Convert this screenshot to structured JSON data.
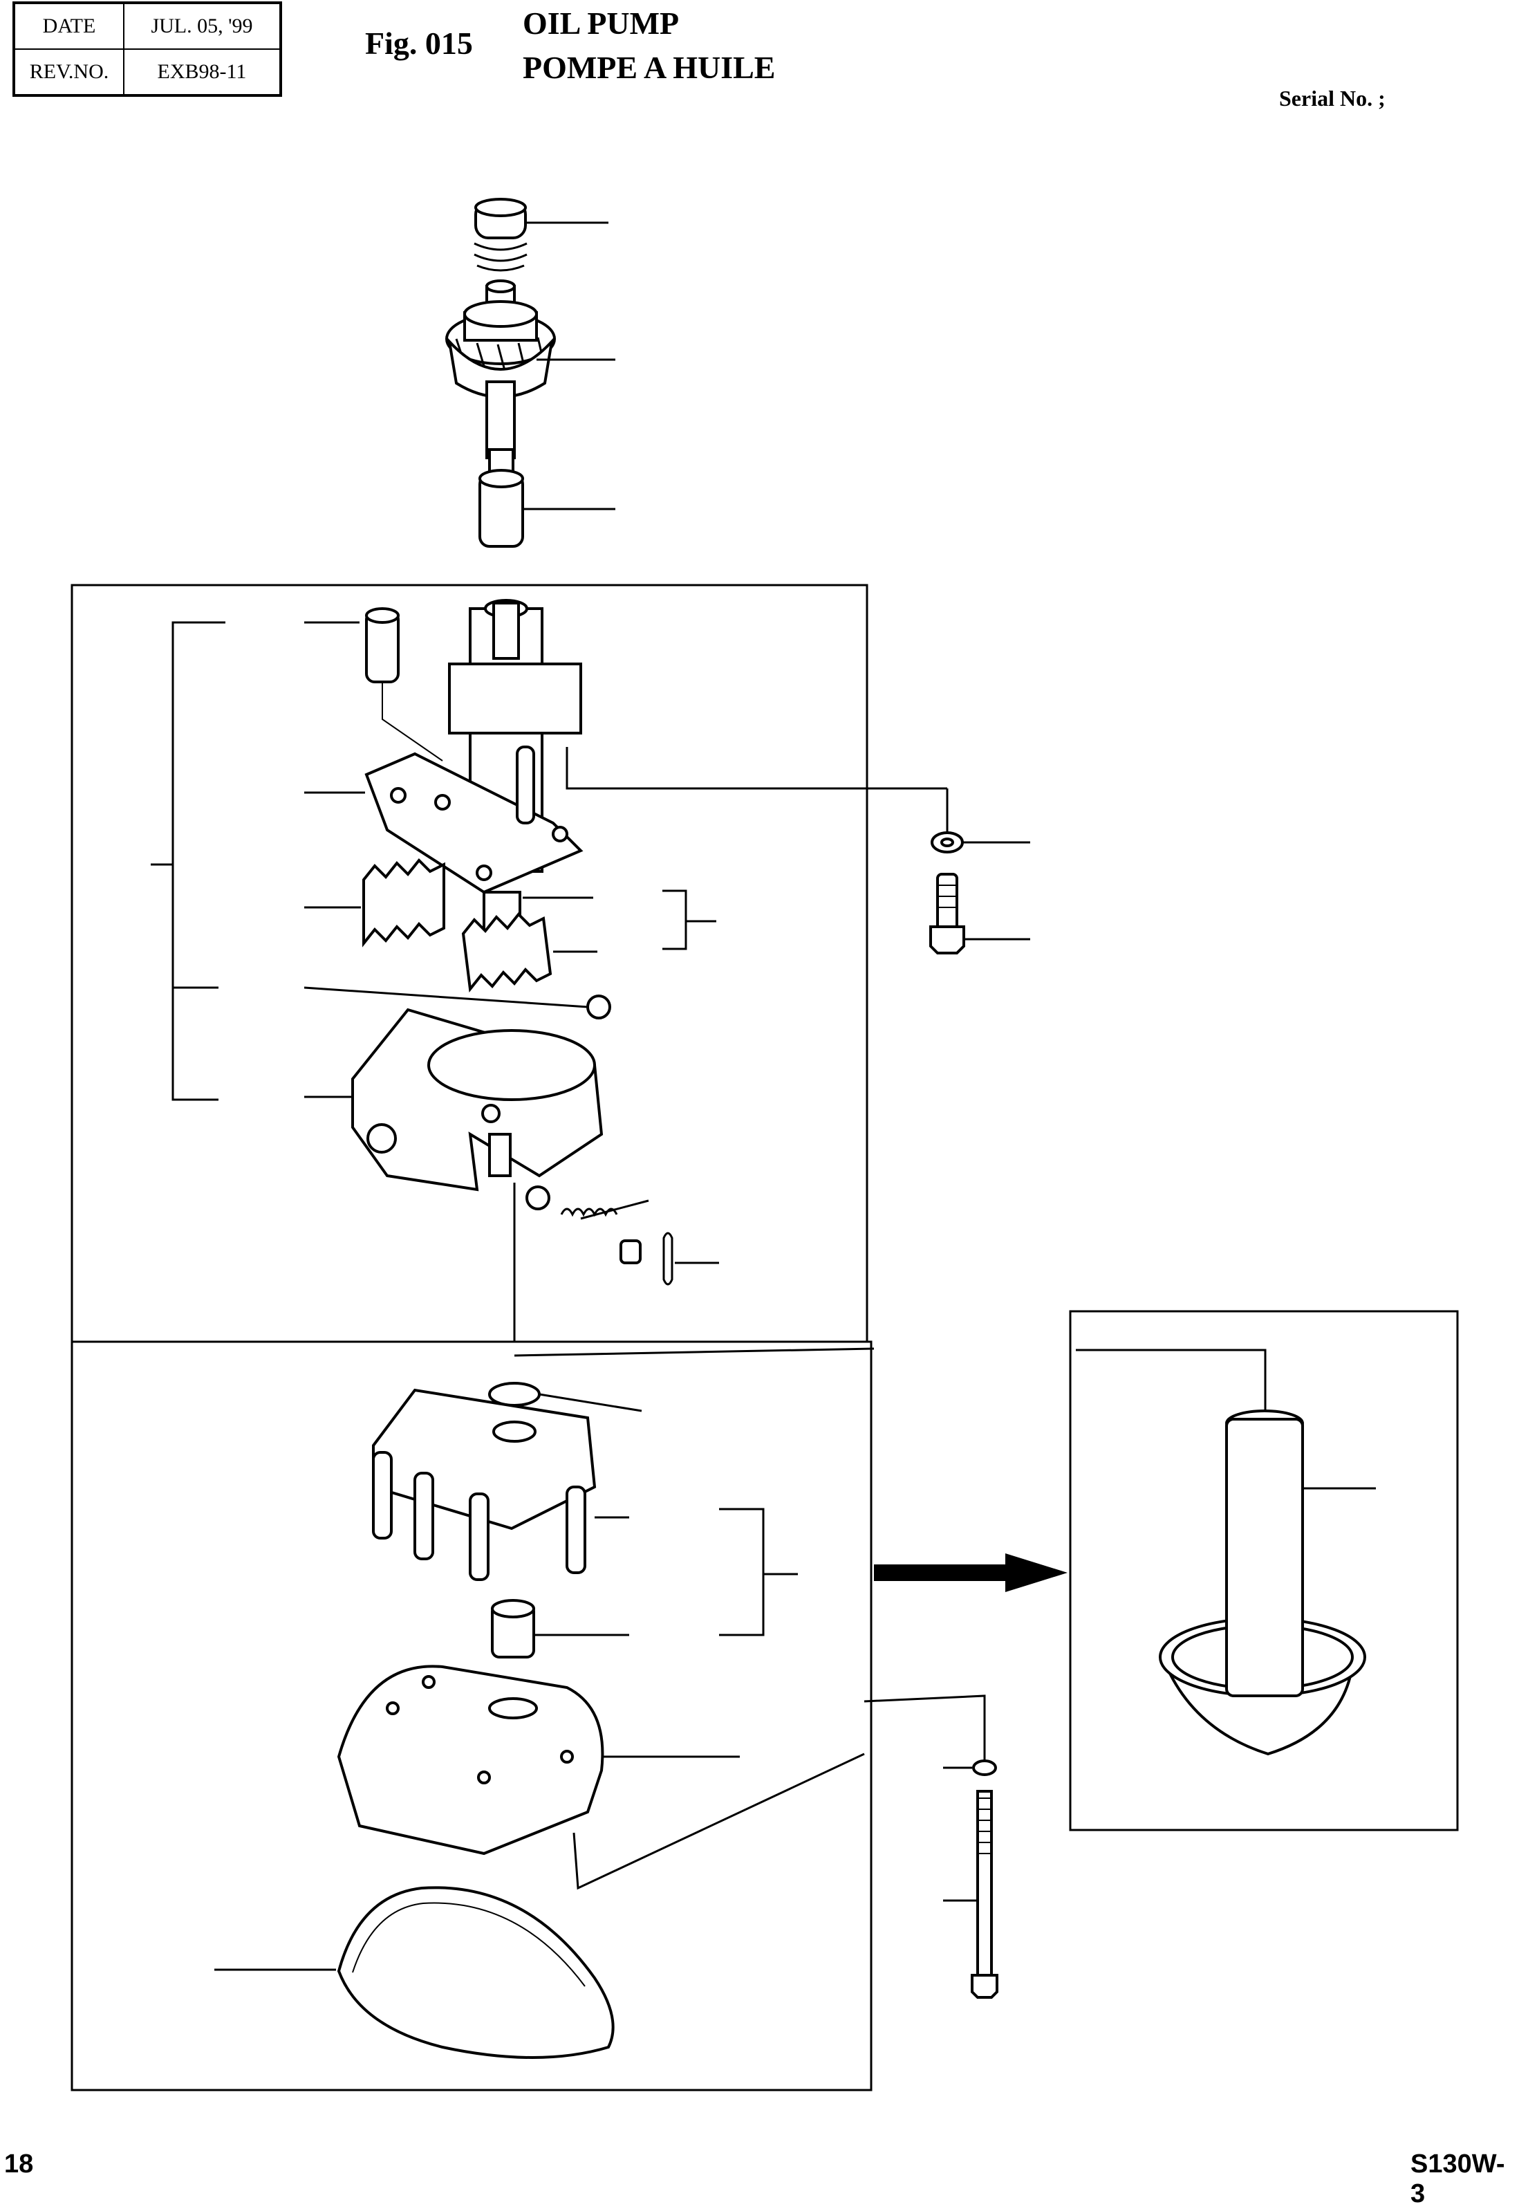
{
  "header": {
    "date_label": "DATE",
    "date_value": "JUL. 05, '99",
    "rev_label": "REV.NO.",
    "rev_value": "EXB98-11"
  },
  "figure": {
    "number": "Fig. 015",
    "title_en": "OIL PUMP",
    "title_fr": "POMPE A HUILE"
  },
  "serial": "Serial No. ;",
  "footer": {
    "page": "18",
    "model": "S130W-3"
  }
}
